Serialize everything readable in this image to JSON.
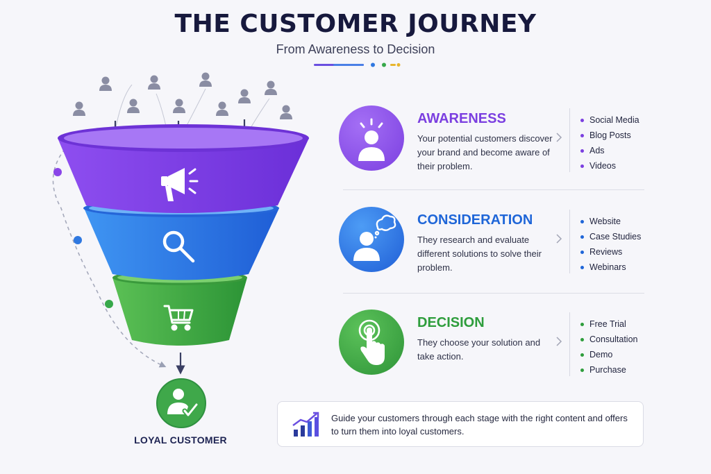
{
  "header": {
    "title": "THE CUSTOMER JOURNEY",
    "subtitle": "From Awareness to Decision"
  },
  "colors": {
    "awareness": "#7b3fe0",
    "consideration": "#1f66d8",
    "decision": "#2e9d3c",
    "navy": "#1d2352"
  },
  "funnel": {
    "icons": [
      "megaphone-icon",
      "magnifier-icon",
      "shopping-cart-icon"
    ],
    "people_icon": "person-icon",
    "loyal_icon": "person-check-icon"
  },
  "loyal": {
    "label": "LOYAL CUSTOMER"
  },
  "stages": [
    {
      "name": "AWARENESS",
      "icon": "person-idea-icon",
      "description": "Your potential customers discover your brand and become aware of their problem.",
      "channels": [
        "Social Media",
        "Blog Posts",
        "Ads",
        "Videos"
      ]
    },
    {
      "name": "CONSIDERATION",
      "icon": "person-thinking-icon",
      "description": "They research and evaluate different solutions to solve their problem.",
      "channels": [
        "Website",
        "Case Studies",
        "Reviews",
        "Webinars"
      ]
    },
    {
      "name": "DECISION",
      "icon": "hand-click-icon",
      "description": "They choose your solution and take action.",
      "channels": [
        "Free Trial",
        "Consultation",
        "Demo",
        "Purchase"
      ]
    }
  ],
  "footer": {
    "icon": "growth-chart-icon",
    "text": "Guide your customers through each stage with the right content and offers to turn them into loyal customers."
  }
}
